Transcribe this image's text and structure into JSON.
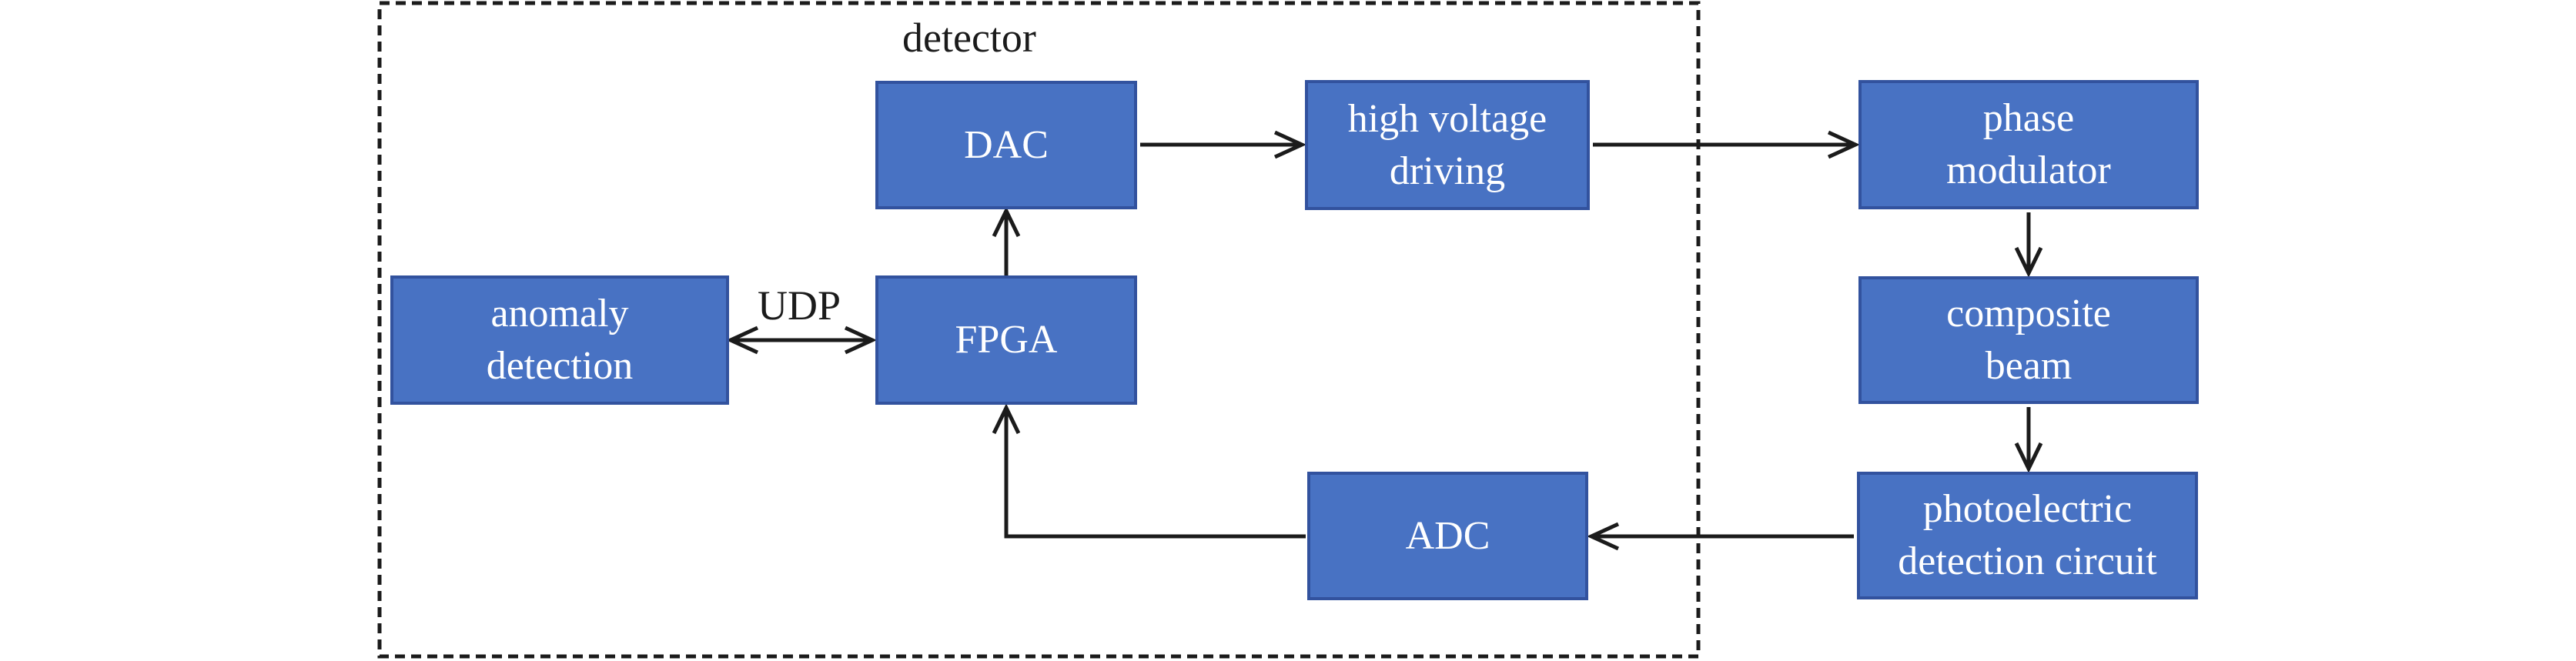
{
  "figure": {
    "type": "block-diagram",
    "labels": {
      "detector": "detector",
      "udp": "UDP"
    },
    "nodes": {
      "anomaly_detection": "anomaly\ndetection",
      "fpga": "FPGA",
      "dac": "DAC",
      "high_voltage_driving": "high voltage\ndriving",
      "phase_modulator": "phase\nmodulator",
      "composite_beam": "composite\nbeam",
      "photoelectric_detection_circuit": "photoelectric\ndetection circuit",
      "adc": "ADC"
    },
    "edges": [
      {
        "from": "anomaly_detection",
        "to": "fpga",
        "direction": "bidirectional",
        "label": "UDP"
      },
      {
        "from": "fpga",
        "to": "dac",
        "direction": "up"
      },
      {
        "from": "dac",
        "to": "high_voltage_driving",
        "direction": "right"
      },
      {
        "from": "high_voltage_driving",
        "to": "phase_modulator",
        "direction": "right"
      },
      {
        "from": "phase_modulator",
        "to": "composite_beam",
        "direction": "down"
      },
      {
        "from": "composite_beam",
        "to": "photoelectric_detection_circuit",
        "direction": "down"
      },
      {
        "from": "photoelectric_detection_circuit",
        "to": "adc",
        "direction": "left"
      },
      {
        "from": "adc",
        "to": "fpga",
        "direction": "left-then-up"
      }
    ],
    "dashed_container": {
      "label": "detector",
      "encloses": [
        "anomaly_detection",
        "fpga",
        "dac",
        "high_voltage_driving",
        "adc"
      ]
    },
    "colors": {
      "node_fill": "#4872C3",
      "node_border": "#32529E",
      "node_text": "#FFFFFF",
      "line": "#1B1B1B",
      "label_text": "#1B1B1B",
      "background": "#FFFFFF"
    }
  }
}
